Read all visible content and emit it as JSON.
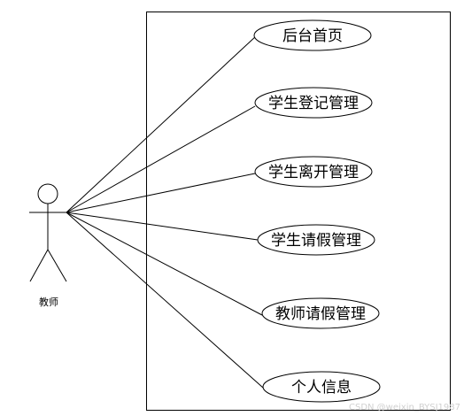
{
  "actor": {
    "label": "教师"
  },
  "use_cases": [
    {
      "id": "home",
      "label": "后台首页"
    },
    {
      "id": "student-register",
      "label": "学生登记管理"
    },
    {
      "id": "student-leave-school",
      "label": "学生离开管理"
    },
    {
      "id": "student-leave-request",
      "label": "学生请假管理"
    },
    {
      "id": "teacher-leave-request",
      "label": "教师请假管理"
    },
    {
      "id": "personal-info",
      "label": "个人信息"
    }
  ],
  "watermark": "CSDN @weixin_BYSJ1987"
}
